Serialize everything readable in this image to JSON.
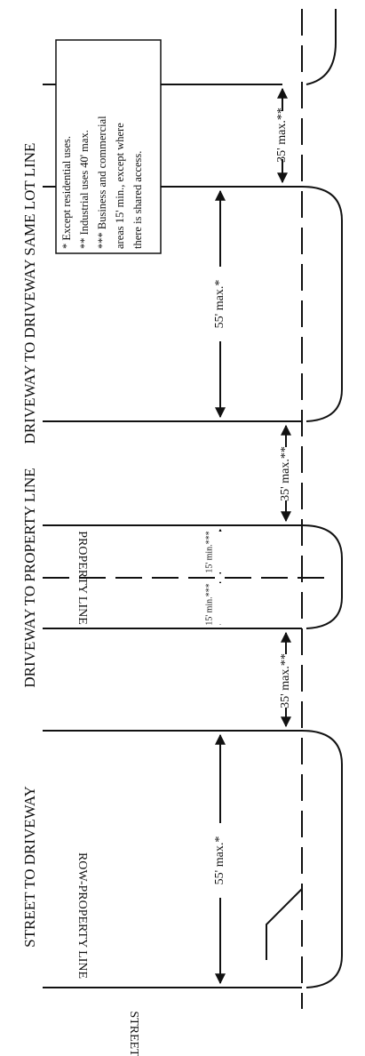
{
  "section_labels": {
    "same_lot": "DRIVEWAY TO DRIVEWAY SAME LOT LINE",
    "property": "DRIVEWAY TO PROPERTY LINE",
    "street": "STREET TO DRIVEWAY"
  },
  "line_labels": {
    "property_line": "PROPERTY LINE",
    "row_property_line": "ROW-PROPERTY LINE",
    "street": "STREET"
  },
  "dimensions": {
    "d1": "35' max.**",
    "d2": "55' max.*",
    "d3": "35' max.**",
    "d4": "15' min.***",
    "d5": "15' min.***",
    "d6": "35' max.**",
    "d7": "55' max.*"
  },
  "notes": {
    "line1": "* Except residential uses.",
    "line2": "** Industrial uses 40' max.",
    "line3": "*** Business and commercial",
    "line4": "areas 15' min., except where",
    "line5": "there is shared access."
  }
}
